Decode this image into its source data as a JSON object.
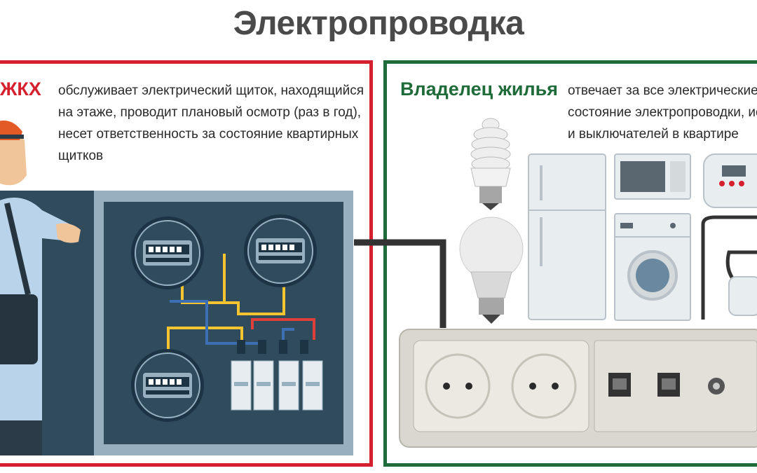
{
  "title": "Электропроводка",
  "left_panel": {
    "heading": "ЖКХ",
    "description_lines": [
      "обслуживает электрический щиток, находящийся",
      "на этаже, проводит плановый осмотр (раз в год),",
      "несет ответственность за состояние квартирных",
      "щитков"
    ]
  },
  "right_panel": {
    "heading": "Владелец жилья",
    "description_lines": [
      "отвечает за все электрические п",
      "состояние электропроводки, ис",
      "и выключателей в квартире"
    ]
  },
  "colors": {
    "left_accent": "#d5202d",
    "right_accent": "#1f6b3a",
    "title": "#4a4a4a",
    "panel_board": "#2f4b5c",
    "wire_yellow": "#f5c431",
    "wire_red": "#e0403a",
    "wire_blue": "#3c6fb3"
  },
  "icons": [
    "electrician-figure",
    "electric-meter-icon",
    "circuit-breaker-icon",
    "cfl-bulb-icon",
    "led-bulb-icon",
    "refrigerator-icon",
    "microwave-icon",
    "multicooker-icon",
    "washing-machine-icon",
    "vacuum-cleaner-icon",
    "power-socket-icon",
    "network-port-icon",
    "coax-port-icon"
  ]
}
